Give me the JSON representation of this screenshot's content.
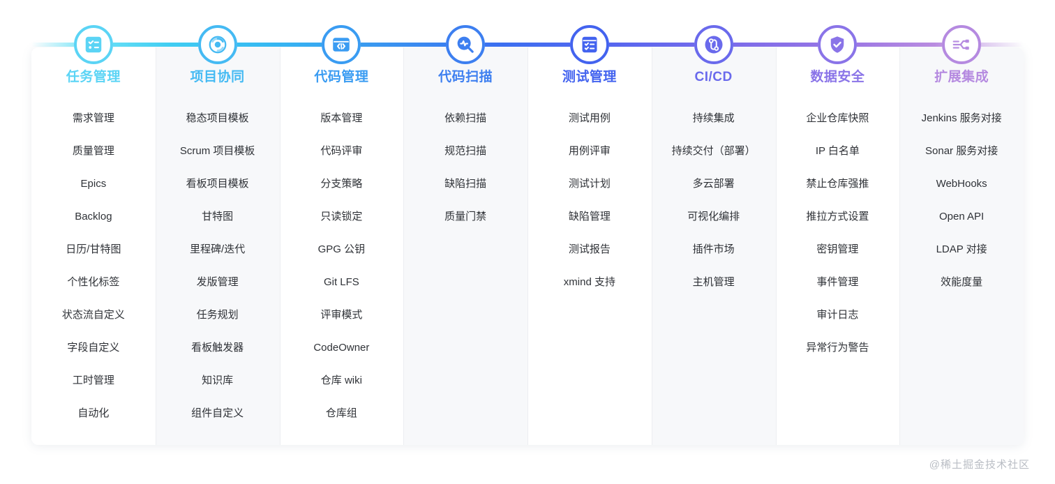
{
  "watermark": "@稀土掘金技术社区",
  "rail": {
    "gradient_start": "#6fe3f7",
    "gradient_mid": "#3b6ff0",
    "gradient_end": "#c996e2"
  },
  "columns": [
    {
      "title": "任务管理",
      "color": "#5bd4f5",
      "icon": "checklist-icon",
      "items": [
        "需求管理",
        "质量管理",
        "Epics",
        "Backlog",
        "日历/甘特图",
        "个性化标签",
        "状态流自定义",
        "字段自定义",
        "工时管理",
        "自动化"
      ]
    },
    {
      "title": "项目协同",
      "color": "#45baf3",
      "icon": "orbit-hub-icon",
      "items": [
        "稳态项目模板",
        "Scrum 项目模板",
        "看板项目模板",
        "甘特图",
        "里程碑/迭代",
        "发版管理",
        "任务规划",
        "看板触发器",
        "知识库",
        "组件自定义"
      ]
    },
    {
      "title": "代码管理",
      "color": "#3a9cf2",
      "icon": "code-brackets-icon",
      "items": [
        "版本管理",
        "代码评审",
        "分支策略",
        "只读锁定",
        "GPG 公钥",
        "Git LFS",
        "评审模式",
        "CodeOwner",
        "仓库 wiki",
        "仓库组"
      ]
    },
    {
      "title": "代码扫描",
      "color": "#3d7ff0",
      "icon": "scan-pulse-icon",
      "items": [
        "依赖扫描",
        "规范扫描",
        "缺陷扫描",
        "质量门禁"
      ]
    },
    {
      "title": "测试管理",
      "color": "#4363ef",
      "icon": "test-checklist-icon",
      "items": [
        "测试用例",
        "用例评审",
        "测试计划",
        "缺陷管理",
        "测试报告",
        "xmind 支持"
      ]
    },
    {
      "title": "CI/CD",
      "color": "#6a6aec",
      "icon": "pipeline-icon",
      "items": [
        "持续集成",
        "持续交付（部署）",
        "多云部署",
        "可视化编排",
        "插件市场",
        "主机管理"
      ]
    },
    {
      "title": "数据安全",
      "color": "#8a74e8",
      "icon": "shield-check-icon",
      "items": [
        "企业仓库快照",
        "IP 白名单",
        "禁止仓库强推",
        "推拉方式设置",
        "密钥管理",
        "事件管理",
        "审计日志",
        "异常行为警告"
      ]
    },
    {
      "title": "扩展集成",
      "color": "#b58ae0",
      "icon": "integration-nodes-icon",
      "items": [
        "Jenkins 服务对接",
        "Sonar 服务对接",
        "WebHooks",
        "Open API",
        "LDAP 对接",
        "效能度量"
      ]
    }
  ]
}
